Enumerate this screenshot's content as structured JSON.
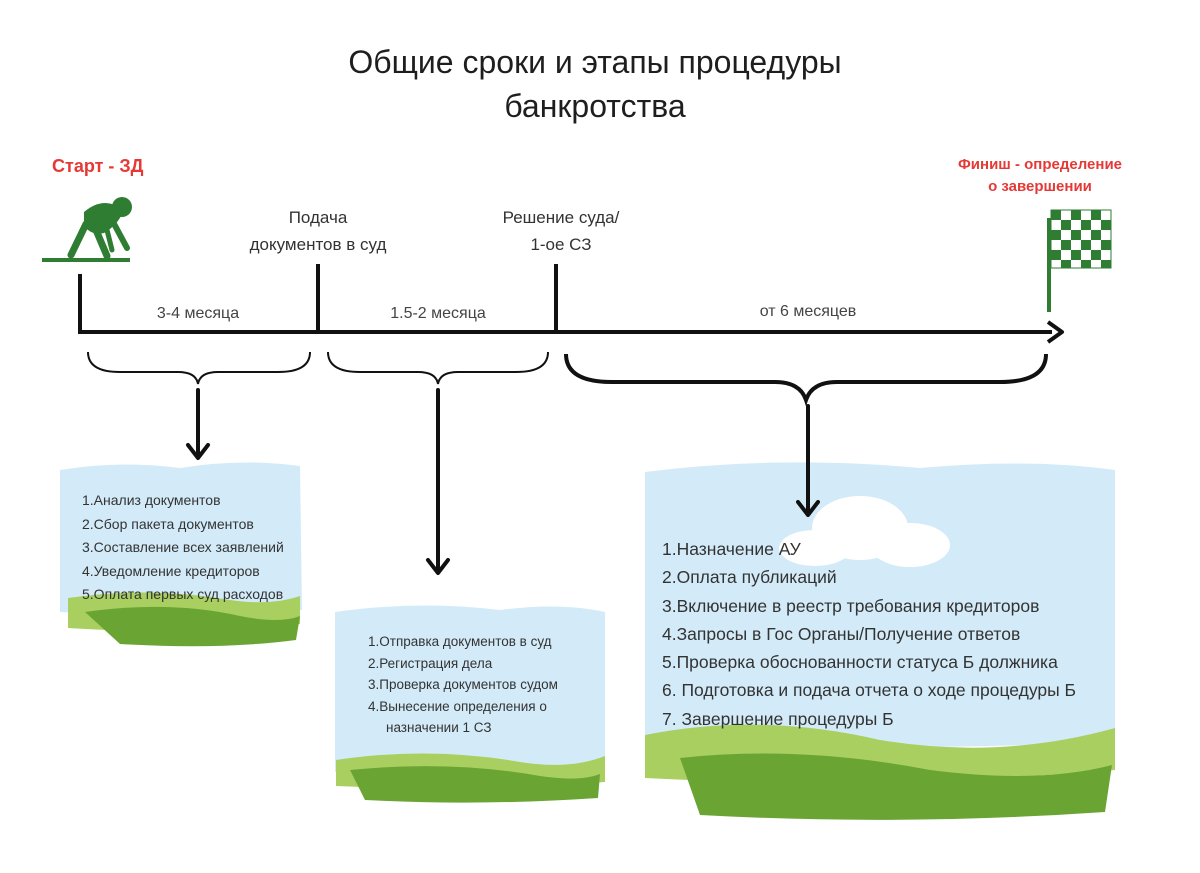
{
  "title": {
    "line1": "Общие сроки и этапы процедуры",
    "line2": "банкротства"
  },
  "start_label": "Старт - ЗД",
  "finish_label": {
    "line1": "Финиш - определение",
    "line2": "о завершении"
  },
  "milestones": [
    {
      "line1": "Подача",
      "line2": "документов в суд"
    },
    {
      "line1": "Решение суда/",
      "line2": "1-ое СЗ"
    }
  ],
  "durations": [
    "3-4 месяца",
    "1.5-2 месяца",
    "от 6 месяцев"
  ],
  "stages": [
    {
      "items": [
        "1.Анализ документов",
        "2.Сбор пакета документов",
        "3.Составление всех заявлений",
        "4.Уведомление кредиторов",
        "5.Оплата первых суд расходов"
      ]
    },
    {
      "items": [
        "1.Отправка документов в суд",
        "2.Регистрация дела",
        "3.Проверка документов судом",
        "4.Вынесение определения о",
        "назначении 1 СЗ"
      ]
    },
    {
      "items": [
        "1.Назначение АУ",
        "2.Оплата публикаций",
        "3.Включение в реестр требования кредиторов",
        "4.Запросы в Гос Органы/Получение ответов",
        "5.Проверка обоснованности статуса Б должника",
        "6. Подготовка и подача отчета о ходе процедуры Б",
        "7. Завершение процедуры Б"
      ]
    }
  ],
  "colors": {
    "accent_red": "#e53935",
    "icon_green": "#2e7d32",
    "sky_blue": "#d3ebf8",
    "grass_light": "#a9cf61",
    "grass_dark": "#6aa534",
    "line": "#111111"
  },
  "icons": {
    "start": "runner-starting-icon",
    "finish": "checkered-flag-icon"
  }
}
